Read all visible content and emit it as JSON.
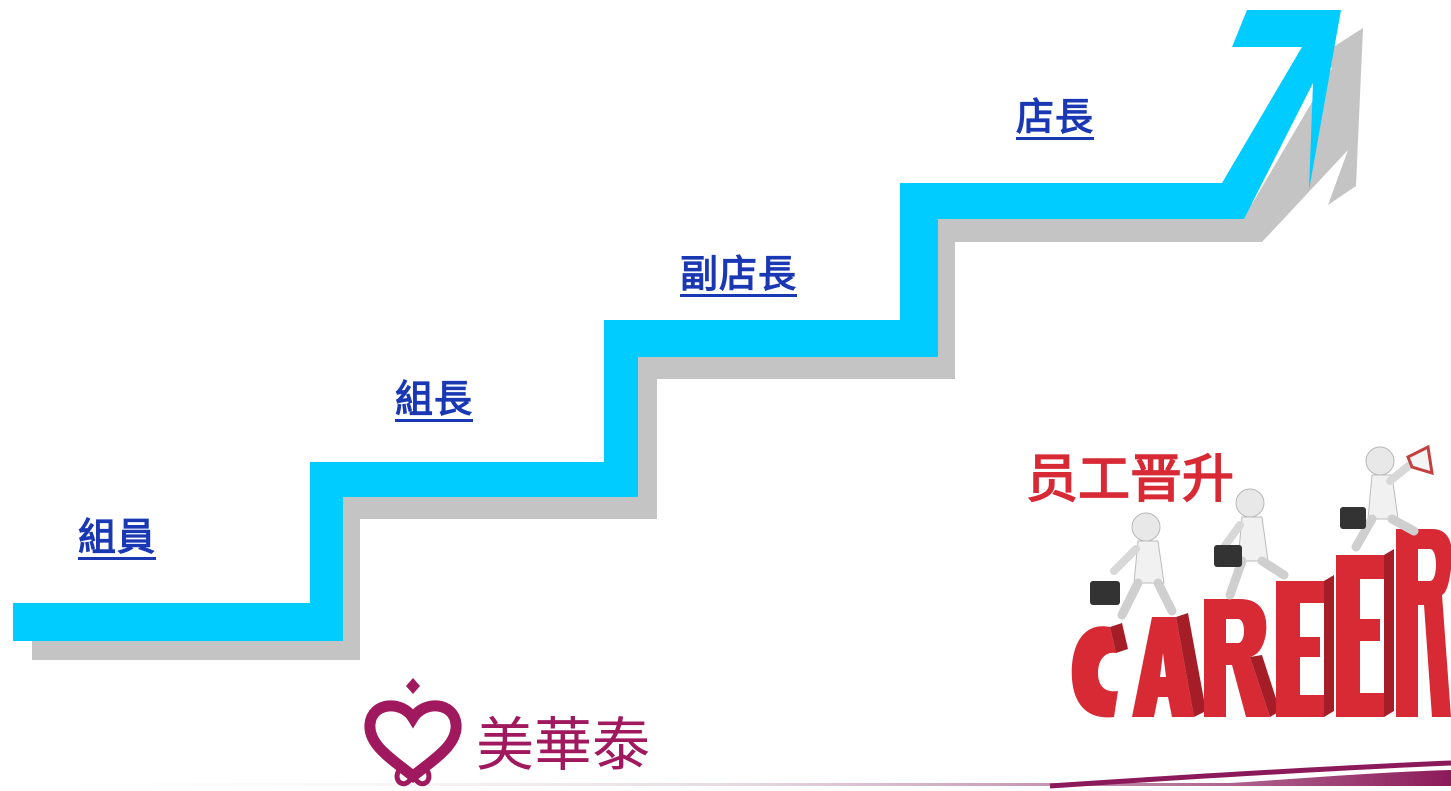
{
  "diagram": {
    "steps": [
      {
        "id": "level-1",
        "label": "組員"
      },
      {
        "id": "level-2",
        "label": "組長"
      },
      {
        "id": "level-3",
        "label": "副店長"
      },
      {
        "id": "level-4",
        "label": "店長"
      }
    ],
    "colors": {
      "stair": "#00ccff",
      "stair_shadow": "#c4c4c4",
      "link_text": "#1a37b4"
    }
  },
  "career_image": {
    "headline": "员工晋升",
    "word": "CAREER",
    "colors": {
      "headline": "#d72a35",
      "letters": "#d72a35"
    }
  },
  "brand": {
    "name": "美華泰",
    "color": "#a0185d"
  }
}
